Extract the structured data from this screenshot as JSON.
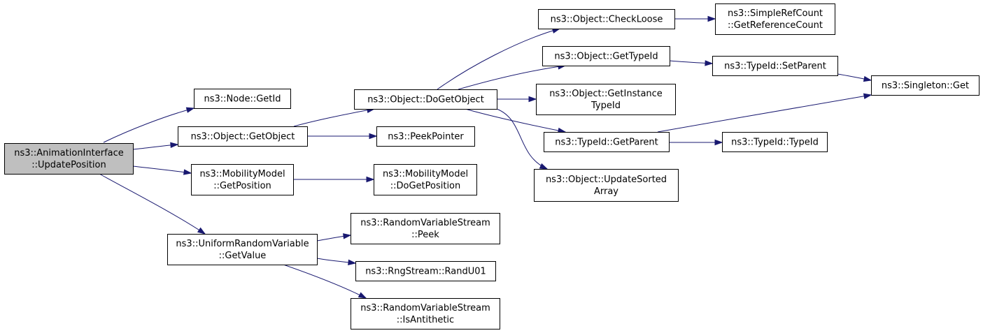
{
  "nodes": [
    {
      "id": "anim_update",
      "lines": [
        "ns3::AnimationInterface",
        "::UpdatePosition"
      ],
      "highlight": true
    },
    {
      "id": "node_getid",
      "lines": [
        "ns3::Node::GetId"
      ]
    },
    {
      "id": "obj_getobject",
      "lines": [
        "ns3::Object::GetObject"
      ]
    },
    {
      "id": "mob_getpos",
      "lines": [
        "ns3::MobilityModel",
        "::GetPosition"
      ]
    },
    {
      "id": "urv_getvalue",
      "lines": [
        "ns3::UniformRandomVariable",
        "::GetValue"
      ]
    },
    {
      "id": "obj_dogetobject",
      "lines": [
        "ns3::Object::DoGetObject"
      ]
    },
    {
      "id": "peekpointer",
      "lines": [
        "ns3::PeekPointer"
      ]
    },
    {
      "id": "mob_dogetpos",
      "lines": [
        "ns3::MobilityModel",
        "::DoGetPosition"
      ]
    },
    {
      "id": "rvs_peek",
      "lines": [
        "ns3::RandomVariableStream",
        "::Peek"
      ]
    },
    {
      "id": "rng_randu01",
      "lines": [
        "ns3::RngStream::RandU01"
      ]
    },
    {
      "id": "rvs_isanti",
      "lines": [
        "ns3::RandomVariableStream",
        "::IsAntithetic"
      ]
    },
    {
      "id": "obj_checkloose",
      "lines": [
        "ns3::Object::CheckLoose"
      ]
    },
    {
      "id": "obj_gettypeid",
      "lines": [
        "ns3::Object::GetTypeId"
      ]
    },
    {
      "id": "obj_getinst",
      "lines": [
        "ns3::Object::GetInstance",
        "TypeId"
      ]
    },
    {
      "id": "tid_getparent",
      "lines": [
        "ns3::TypeId::GetParent"
      ]
    },
    {
      "id": "obj_updatesorted",
      "lines": [
        "ns3::Object::UpdateSorted",
        "Array"
      ]
    },
    {
      "id": "srefcount",
      "lines": [
        "ns3::SimpleRefCount",
        "::GetReferenceCount"
      ]
    },
    {
      "id": "tid_setparent",
      "lines": [
        "ns3::TypeId::SetParent"
      ]
    },
    {
      "id": "tid_typeid",
      "lines": [
        "ns3::TypeId::TypeId"
      ]
    },
    {
      "id": "singleton_get",
      "lines": [
        "ns3::Singleton::Get"
      ]
    }
  ],
  "edges": [
    [
      "anim_update",
      "node_getid"
    ],
    [
      "anim_update",
      "obj_getobject"
    ],
    [
      "anim_update",
      "mob_getpos"
    ],
    [
      "anim_update",
      "urv_getvalue"
    ],
    [
      "obj_getobject",
      "obj_dogetobject"
    ],
    [
      "obj_getobject",
      "peekpointer"
    ],
    [
      "mob_getpos",
      "mob_dogetpos"
    ],
    [
      "urv_getvalue",
      "rvs_peek"
    ],
    [
      "urv_getvalue",
      "rng_randu01"
    ],
    [
      "urv_getvalue",
      "rvs_isanti"
    ],
    [
      "obj_dogetobject",
      "obj_checkloose"
    ],
    [
      "obj_dogetobject",
      "obj_gettypeid"
    ],
    [
      "obj_dogetobject",
      "obj_getinst"
    ],
    [
      "obj_dogetobject",
      "tid_getparent"
    ],
    [
      "obj_dogetobject",
      "obj_updatesorted"
    ],
    [
      "obj_checkloose",
      "srefcount"
    ],
    [
      "obj_gettypeid",
      "tid_setparent"
    ],
    [
      "tid_setparent",
      "singleton_get"
    ],
    [
      "tid_getparent",
      "singleton_get"
    ],
    [
      "tid_getparent",
      "tid_typeid"
    ]
  ],
  "colors": {
    "edge": "#191970",
    "node_fill": "#ffffff",
    "highlight_fill": "#bfbfbf",
    "border": "#000000"
  }
}
